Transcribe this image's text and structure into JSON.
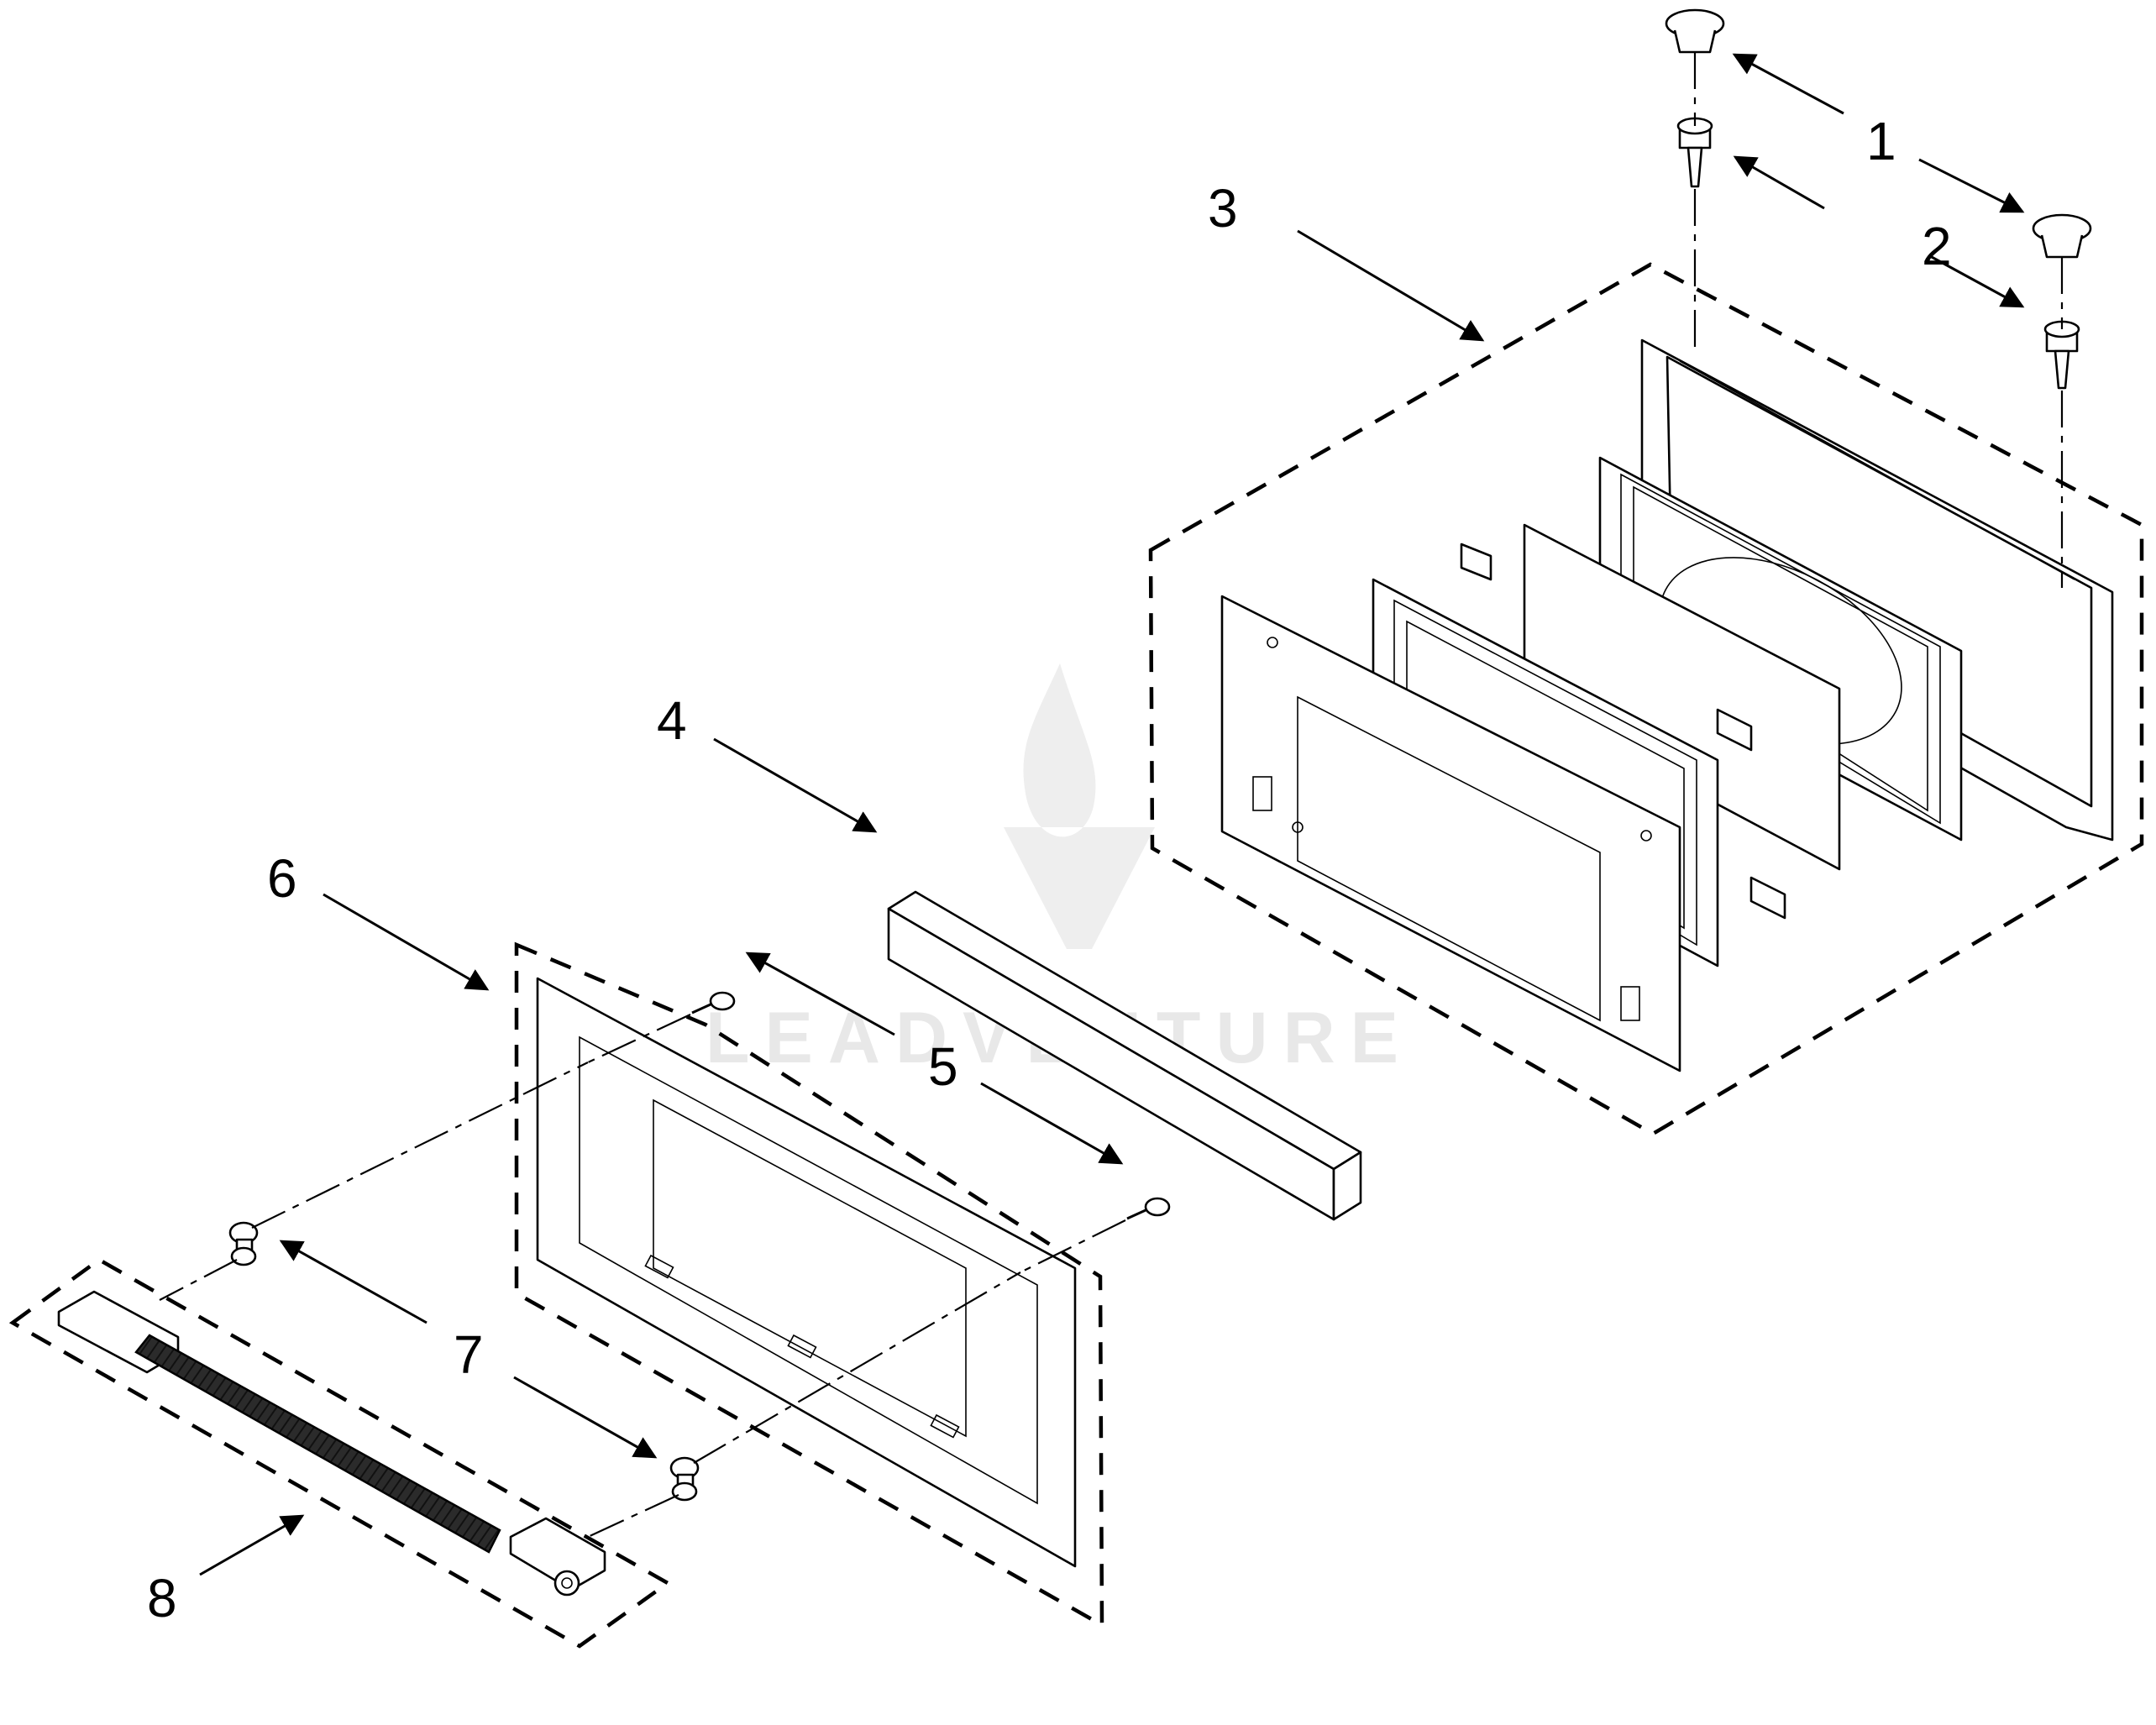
{
  "callouts": [
    {
      "key": "c1",
      "label": "1"
    },
    {
      "key": "c2",
      "label": "2"
    },
    {
      "key": "c3",
      "label": "3"
    },
    {
      "key": "c4",
      "label": "4"
    },
    {
      "key": "c5",
      "label": "5"
    },
    {
      "key": "c6",
      "label": "6"
    },
    {
      "key": "c7",
      "label": "7"
    },
    {
      "key": "c8",
      "label": "8"
    }
  ],
  "watermark": {
    "text": "LEADVENTURE",
    "logo_icon": "flame-v-logo-icon"
  },
  "colors": {
    "line": "#000000",
    "background": "#ffffff",
    "watermark": "#e6e6e6",
    "handle_grip": "#2b2b2b"
  }
}
